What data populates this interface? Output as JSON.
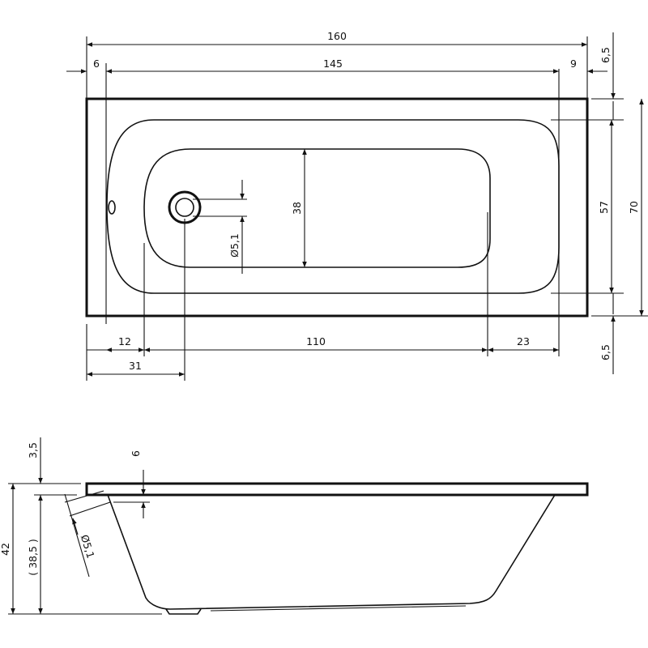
{
  "top_view": {
    "overall_length": "160",
    "inner_length": "145",
    "left_rim": "6",
    "right_rim": "9",
    "top_rim": "6,5",
    "bottom_rim": "6,5",
    "bottom_width": "57",
    "overall_width": "70",
    "floor_width": "38",
    "drain_diameter": "Ø5,1",
    "bottom_left_offset": "12",
    "bottom_length": "110",
    "bottom_right_offset": "23",
    "drain_offset": "31"
  },
  "side_view": {
    "rim_thickness": "3,5",
    "overflow_drop": "6",
    "total_height": "42",
    "inner_depth": "( 38,5 )",
    "overflow_diameter": "Ø5,1"
  }
}
